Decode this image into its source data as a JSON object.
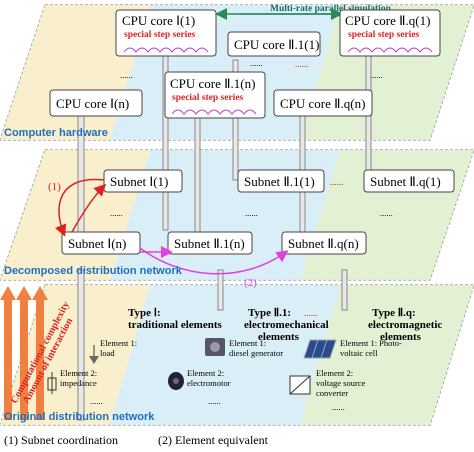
{
  "layers": {
    "hardware": "Computer hardware",
    "decomposed": "Decomposed distribution network",
    "original": "Original distribution network"
  },
  "top_annotation": "Multi-rate parallel simulation",
  "cpu_cores": {
    "c1_1": "CPU core Ⅰ(1)",
    "c2_1_top": "CPU core Ⅱ.q(1)",
    "c_mid": "CPU core Ⅱ.1(1)",
    "c1_n": "CPU core Ⅰ(n)",
    "c2_1_n": "CPU core Ⅱ.1(n)",
    "c2_q_n": "CPU core Ⅱ.q(n)",
    "special": "special step series"
  },
  "subnets": {
    "s1_1": "Subnet Ⅰ(1)",
    "s2_1_1": "Subnet Ⅱ.1(1)",
    "s2_q_1": "Subnet Ⅱ.q(1)",
    "s1_n": "Subnet Ⅰ(n)",
    "s2_1_n": "Subnet Ⅱ.1(n)",
    "s2_q_n": "Subnet Ⅱ.q(n)"
  },
  "arrow_labels": {
    "a1": "(1)",
    "a2": "(2)"
  },
  "dots": "......",
  "side_labels": {
    "complexity": "Computational complexity",
    "interaction": "Amount of interaction"
  },
  "types": {
    "t1_a": "Type Ⅰ:",
    "t1_b": "traditional elements",
    "t2_a": "Type Ⅱ.1:",
    "t2_b": "electromechanical",
    "t2_c": "elements",
    "tq_a": "Type Ⅱ.q:",
    "tq_b": "electromagnetic",
    "tq_c": "elements"
  },
  "elements": {
    "e1_load_a": "Element 1:",
    "e1_load_b": "load",
    "e2_imp_a": "Element 2:",
    "e2_imp_b": "impedance",
    "e1_gen_a": "Element 1:",
    "e1_gen_b": "diesel generator",
    "e2_motor_a": "Element 2:",
    "e2_motor_b": "electromotor",
    "e1_pv_a": "Element 1: Photo-",
    "e1_pv_b": "voltaic cell",
    "e2_vsc_a": "Element 2:",
    "e2_vsc_b": "voltage source",
    "e2_vsc_c": "converter"
  },
  "legend": {
    "l1": "(1) Subnet coordination",
    "l2": "(2) Element equivalent"
  },
  "colors": {
    "yellow": "#f8edc8",
    "blue": "#d6ecf7",
    "green": "#dfefcf",
    "layer_blue": "#1f6fc0",
    "red": "#e02020",
    "magenta": "#e040e0",
    "orange": "#f08040"
  }
}
